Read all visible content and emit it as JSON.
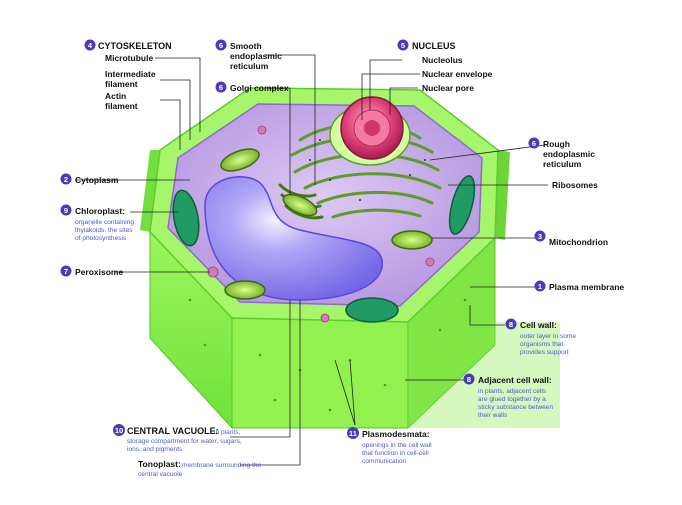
{
  "labels": {
    "cytoskeleton": {
      "num": "4",
      "title": "CYTOSKELETON"
    },
    "microtubule": "Microtubule",
    "intermediate_filament": [
      "Intermediate",
      "filament"
    ],
    "actin_filament": [
      "Actin",
      "filament"
    ],
    "smooth_er": {
      "num": "6",
      "lines": [
        "Smooth",
        "endoplasmic",
        "reticulum"
      ]
    },
    "golgi": {
      "num": "6",
      "title": "Golgi complex"
    },
    "nucleus": {
      "num": "5",
      "title": "NUCLEUS"
    },
    "nucleolus": "Nucleolus",
    "nuclear_envelope": "Nuclear envelope",
    "nuclear_pore": "Nuclear pore",
    "rough_er": {
      "num": "6",
      "lines": [
        "Rough",
        "endoplasmic",
        "reticulum"
      ]
    },
    "ribosomes": "Ribosomes",
    "cytoplasm": {
      "num": "2",
      "title": "Cytoplasm"
    },
    "chloroplast": {
      "num": "9",
      "title": "Chloroplast:",
      "desc": [
        "organelle containing",
        "thylakoids, the sites",
        "of photosynthesis"
      ]
    },
    "mitochondrion": {
      "num": "3",
      "title": "Mitochondrion"
    },
    "peroxisome": {
      "num": "7",
      "title": "Peroxisome"
    },
    "plasma_membrane": {
      "num": "1",
      "title": "Plasma membrane"
    },
    "cell_wall": {
      "num": "8",
      "title": "Cell wall:",
      "desc": [
        "outer layer in some",
        "organisms that",
        "provides support"
      ]
    },
    "adjacent_cell_wall": {
      "num": "8",
      "title": "Adjacent cell wall:",
      "desc": [
        "in plants, adjacent cells",
        "are glued together by a",
        "sticky substance between",
        "their walls"
      ]
    },
    "central_vacuole": {
      "num": "10",
      "title": "CENTRAL VACUOLE:",
      "desc_inline": "in plants,",
      "desc": [
        "storage compartment for water, sugars,",
        "ions, and pigments"
      ]
    },
    "tonoplast": {
      "title": "Tonoplast:",
      "desc_inline": "membrane surrounding the",
      "desc": [
        "central vacuole"
      ]
    },
    "plasmodesmata": {
      "num": "11",
      "title": "Plasmodesmata:",
      "desc": [
        "openings in the cell wall",
        "that function in cell-cell",
        "communication"
      ]
    }
  },
  "colors": {
    "badge": "#4a3bbd",
    "description_text": "#4a5bd0",
    "wall": "#8af04e",
    "wall_dark": "#4fc42a",
    "cytoplasm": "#c6a9e8",
    "vacuole": "#8d7ff0",
    "nucleus": "#e0427a",
    "er": "#5d9b2a"
  }
}
